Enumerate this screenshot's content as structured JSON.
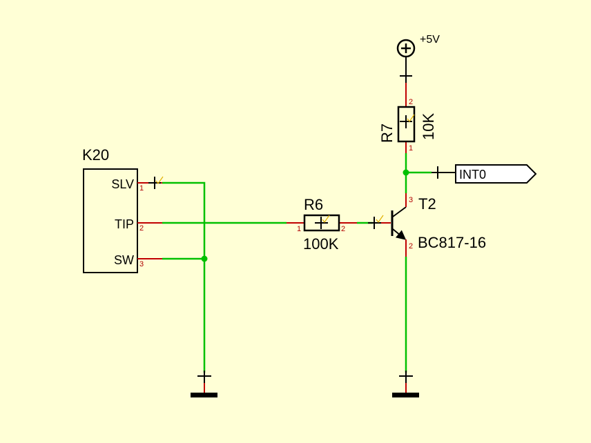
{
  "colors": {
    "background": "#ffffd6",
    "wire": "#00c000",
    "pin": "#c00000",
    "outline": "#000000"
  },
  "connector": {
    "ref": "K20",
    "pins": [
      {
        "name": "SLV",
        "number": "1"
      },
      {
        "name": "TIP",
        "number": "2"
      },
      {
        "name": "SW",
        "number": "3"
      }
    ]
  },
  "r6": {
    "ref": "R6",
    "value": "100K",
    "pin1": "1",
    "pin2": "2"
  },
  "r7": {
    "ref": "R7",
    "value": "10K",
    "pin1": "1",
    "pin2": "2"
  },
  "transistor": {
    "ref": "T2",
    "part": "BC817-16",
    "pin_collector": "3",
    "pin_emitter": "2"
  },
  "power": {
    "label": "+5V"
  },
  "netlabel": {
    "text": "INT0"
  }
}
